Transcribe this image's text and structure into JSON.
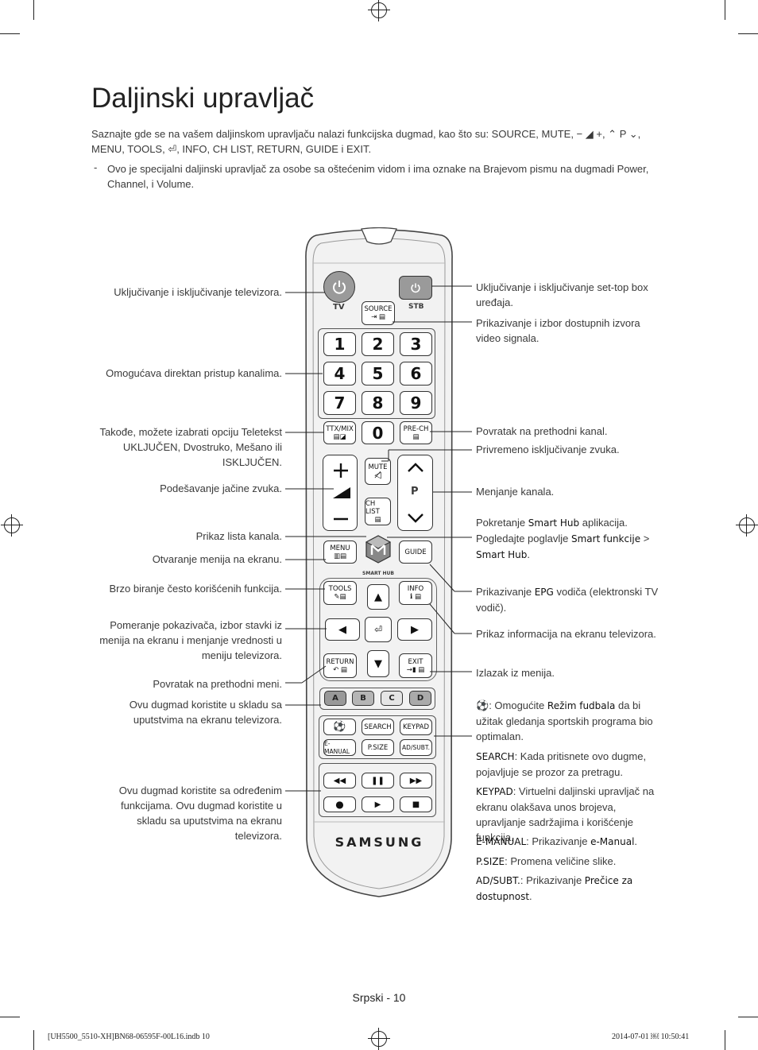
{
  "page": {
    "title": "Daljinski upravljač",
    "intro_line1": "Saznajte gde se na vašem daljinskom upravljaču nalazi funkcijska dugmad, kao što su: SOURCE, MUTE, − ◢ +, ⌃ P ⌄,",
    "intro_line2": "MENU, TOOLS, ⏎, INFO, CH LIST, RETURN, GUIDE i EXIT.",
    "note_dash": "-",
    "note": "Ovo je specijalni daljinski upravljač za osobe sa oštećenim vidom i ima oznake na Brajevom pismu na dugmadi Power, Channel, i Volume.",
    "footer": "Srpski - 10",
    "slug_left": "[UH5500_5510-XH]BN68-06595F-00L16.indb   10",
    "slug_right": "2014-07-01   ￼ 10:50:41"
  },
  "labels_left": {
    "power_tv": "Uključivanje i isključivanje televizora.",
    "numbers": "Omogućava direktan pristup kanalima.",
    "ttx": "Takođe, možete izabrati opciju Teletekst UKLJUČEN, Dvostruko, Mešano ili ISKLJUČEN.",
    "volume": "Podešavanje jačine zvuka.",
    "chlist": "Prikaz lista kanala.",
    "menu": "Otvaranje menija na ekranu.",
    "tools": "Brzo biranje često korišćenih funkcija.",
    "nav": "Pomeranje pokazivača, izbor stavki iz menija na ekranu i menjanje vrednosti u meniju televizora.",
    "return": "Povratak na prethodni meni.",
    "abcd": "Ovu dugmad koristite u skladu sa uputstvima na ekranu televizora.",
    "media": "Ovu dugmad koristite sa određenim funkcijama. Ovu dugmad koristite u skladu sa uputstvima na ekranu televizora."
  },
  "labels_right": {
    "power_stb": "Uključivanje i isključivanje set-top box uređaja.",
    "source": "Prikazivanje i izbor dostupnih izvora video signala.",
    "prech": "Povratak na prethodni kanal.",
    "mute": "Privremeno isključivanje zvuka.",
    "channel": "Menjanje kanala.",
    "smarthub_a": "Pokretanje",
    "smarthub_b": "Smart Hub",
    "smarthub_c": "aplikacija. Pogledajte poglavlje",
    "smarthub_d": "Smart funkcije",
    "smarthub_e": ">",
    "smarthub_f": "Smart Hub",
    "guide_a": "Prikazivanje",
    "guide_b": "EPG",
    "guide_c": "vodiča (elektronski TV vodič).",
    "info": "Prikaz informacija na ekranu televizora.",
    "exit": "Izlazak iz menija.",
    "football_a": ": Omogućite",
    "football_b": "Režim fudbala",
    "football_c": "da bi užitak gledanja sportskih programa bio optimalan.",
    "search_a": "SEARCH",
    "search_b": ": Kada pritisnete ovo dugme, pojavljuje se prozor za pretragu.",
    "keypad_a": "KEYPAD",
    "keypad_b": ": Virtuelni daljinski upravljač na ekranu olakšava unos brojeva, upravljanje sadržajima i korišćenje funkcija.",
    "emanual_a": "E-MANUAL",
    "emanual_b": ": Prikazivanje",
    "emanual_c": "e-Manual",
    "psize_a": "P.SIZE",
    "psize_b": ": Promena veličine slike.",
    "adsubt_a": "AD/SUBT.",
    "adsubt_b": ": Prikazivanje",
    "adsubt_c": "Prečice za dostupnost"
  },
  "remote": {
    "tv_label": "TV",
    "stb_label": "STB",
    "source": "SOURCE",
    "digits": [
      "1",
      "2",
      "3",
      "4",
      "5",
      "6",
      "7",
      "8",
      "9"
    ],
    "zero": "0",
    "ttx": "TTX/MIX",
    "prech": "PRE-CH",
    "mute": "MUTE",
    "p": "P",
    "chlist": "CH LIST",
    "menu": "MENU",
    "guide": "GUIDE",
    "smarthub": "SMART HUB",
    "tools": "TOOLS",
    "info": "INFO",
    "return": "RETURN",
    "exit": "EXIT",
    "colors": [
      "A",
      "B",
      "C",
      "D"
    ],
    "search": "SEARCH",
    "keypad": "KEYPAD",
    "emanual": "E-MANUAL",
    "psize": "P.SIZE",
    "adsubt": "AD/SUBT.",
    "brand": "SAMSUNG"
  },
  "colors": {
    "button_gray": "#9a9a9a",
    "body": "#f2f2f2",
    "outline": "#555555"
  }
}
